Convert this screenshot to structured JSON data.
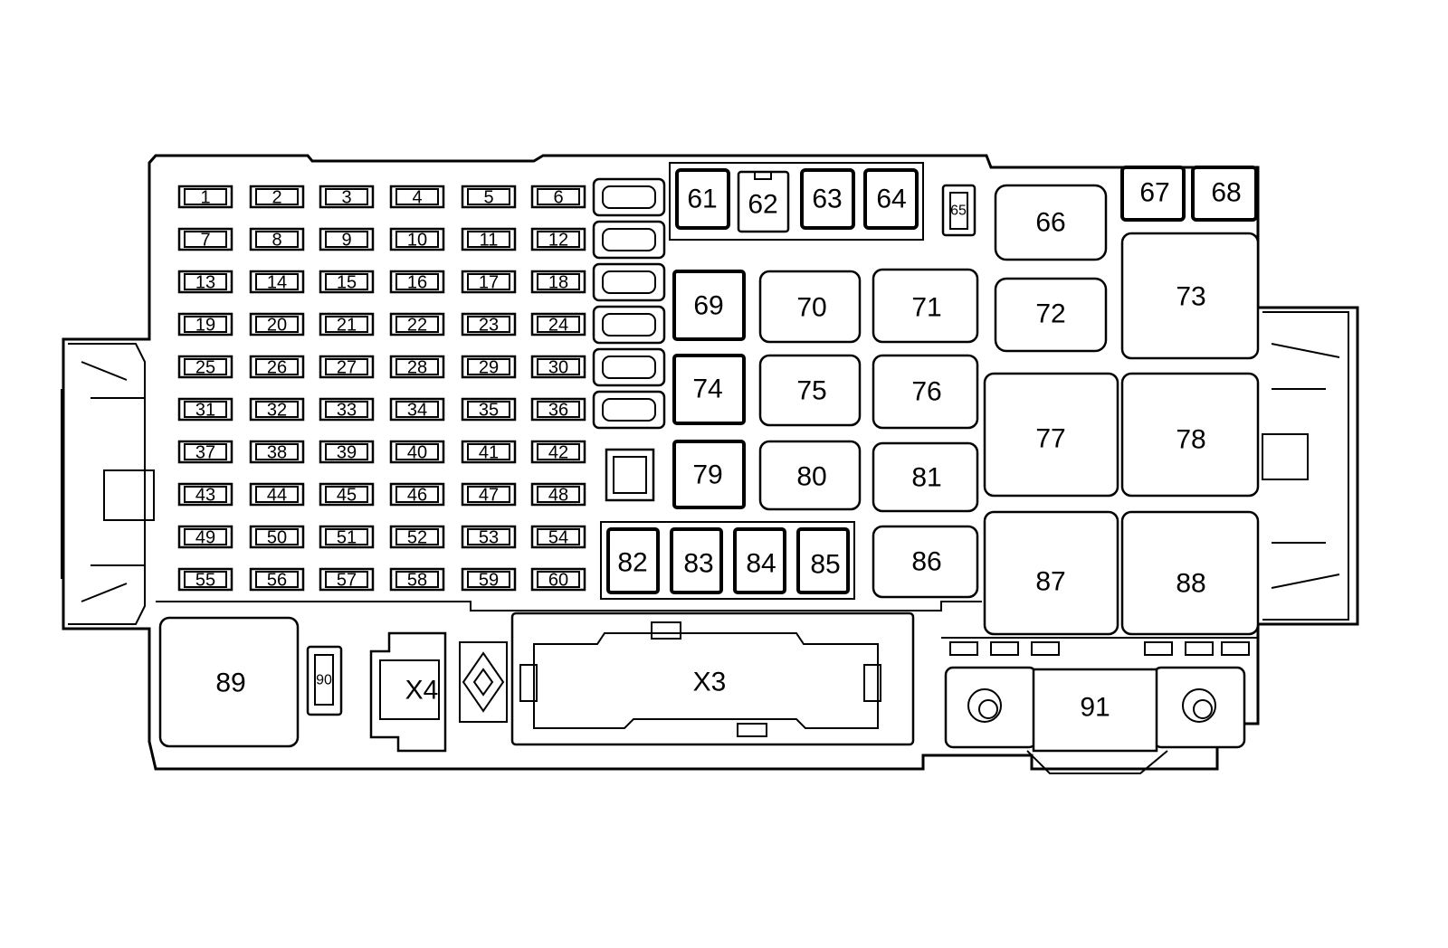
{
  "mini_fuses": [
    "1",
    "2",
    "3",
    "4",
    "5",
    "6",
    "7",
    "8",
    "9",
    "10",
    "11",
    "12",
    "13",
    "14",
    "15",
    "16",
    "17",
    "18",
    "19",
    "20",
    "21",
    "22",
    "23",
    "24",
    "25",
    "26",
    "27",
    "28",
    "29",
    "30",
    "31",
    "32",
    "33",
    "34",
    "35",
    "36",
    "37",
    "38",
    "39",
    "40",
    "41",
    "42",
    "43",
    "44",
    "45",
    "46",
    "47",
    "48",
    "49",
    "50",
    "51",
    "52",
    "53",
    "54",
    "55",
    "56",
    "57",
    "58",
    "59",
    "60"
  ],
  "components": {
    "c61": "61",
    "c62": "62",
    "c63": "63",
    "c64": "64",
    "c65": "65",
    "c66": "66",
    "c67": "67",
    "c68": "68",
    "c69": "69",
    "c70": "70",
    "c71": "71",
    "c72": "72",
    "c73": "73",
    "c74": "74",
    "c75": "75",
    "c76": "76",
    "c77": "77",
    "c78": "78",
    "c79": "79",
    "c80": "80",
    "c81": "81",
    "c82": "82",
    "c83": "83",
    "c84": "84",
    "c85": "85",
    "c86": "86",
    "c87": "87",
    "c88": "88",
    "c89": "89",
    "c90": "90",
    "c91": "91"
  },
  "connectors": {
    "x3": "X3",
    "x4": "X4"
  }
}
